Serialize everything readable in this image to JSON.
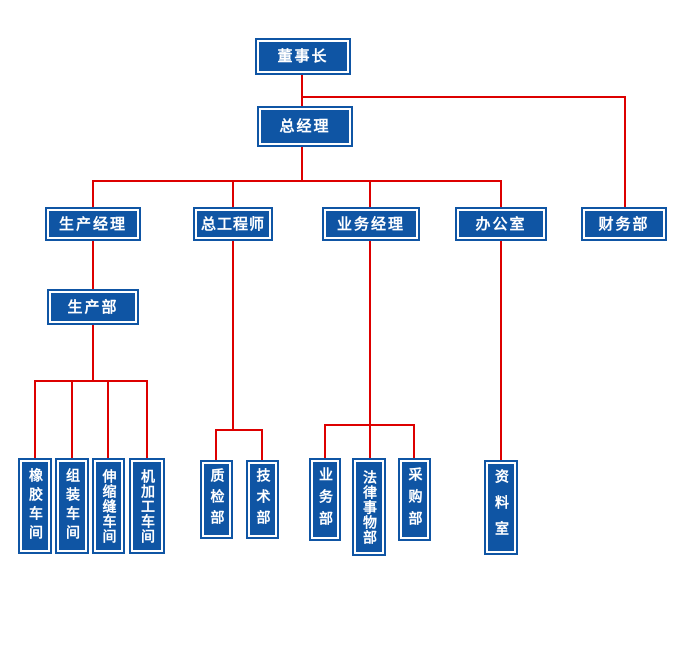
{
  "diagram": {
    "type": "org-chart",
    "nodes": {
      "chairman": {
        "label": "董事长"
      },
      "general_manager": {
        "label": "总经理"
      },
      "production_manager": {
        "label": "生产经理"
      },
      "chief_engineer": {
        "label": "总工程师"
      },
      "business_manager": {
        "label": "业务经理"
      },
      "office": {
        "label": "办公室"
      },
      "finance_dept": {
        "label": "财务部"
      },
      "production_dept": {
        "label": "生产部"
      },
      "rubber_workshop": {
        "label": "橡胶车间"
      },
      "assembly_workshop": {
        "label": "组装车间"
      },
      "expansion_joint_workshop": {
        "label": "伸缩缝车间"
      },
      "machining_workshop": {
        "label": "机加工车间"
      },
      "quality_inspection_dept": {
        "label": "质检部"
      },
      "technology_dept": {
        "label": "技术部"
      },
      "business_dept": {
        "label": "业务部"
      },
      "legal_affairs_dept": {
        "label": "法律事物部"
      },
      "purchasing_dept": {
        "label": "采购部"
      },
      "archives_room": {
        "label": "资料室"
      }
    },
    "edges": [
      {
        "from": "chairman",
        "to": "general_manager"
      },
      {
        "from": "chairman",
        "to": "finance_dept"
      },
      {
        "from": "general_manager",
        "to": "production_manager"
      },
      {
        "from": "general_manager",
        "to": "chief_engineer"
      },
      {
        "from": "general_manager",
        "to": "business_manager"
      },
      {
        "from": "general_manager",
        "to": "office"
      },
      {
        "from": "production_manager",
        "to": "production_dept"
      },
      {
        "from": "production_dept",
        "to": "rubber_workshop"
      },
      {
        "from": "production_dept",
        "to": "assembly_workshop"
      },
      {
        "from": "production_dept",
        "to": "expansion_joint_workshop"
      },
      {
        "from": "production_dept",
        "to": "machining_workshop"
      },
      {
        "from": "chief_engineer",
        "to": "quality_inspection_dept"
      },
      {
        "from": "chief_engineer",
        "to": "technology_dept"
      },
      {
        "from": "business_manager",
        "to": "business_dept"
      },
      {
        "from": "business_manager",
        "to": "legal_affairs_dept"
      },
      {
        "from": "business_manager",
        "to": "purchasing_dept"
      },
      {
        "from": "office",
        "to": "archives_room"
      }
    ],
    "colors": {
      "box_fill": "#0f55a4",
      "box_border": "#0f55a4",
      "text": "#ffffff",
      "connector_line": "#dd0000",
      "background": "#ffffff"
    }
  }
}
